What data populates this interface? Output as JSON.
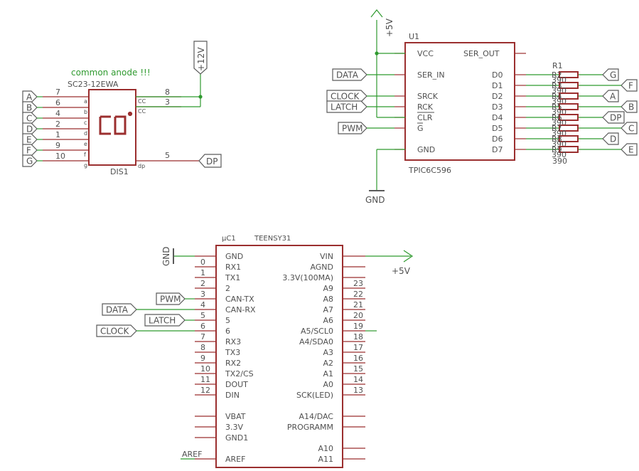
{
  "display": {
    "name": "DIS1",
    "value": "SC23-12EWA",
    "note": "common anode !!!",
    "supply": "+12V",
    "pins": [
      {
        "label": "A",
        "num": "7",
        "pad": "a"
      },
      {
        "label": "B",
        "num": "6",
        "pad": "b"
      },
      {
        "label": "C",
        "num": "4",
        "pad": "c"
      },
      {
        "label": "D",
        "num": "2",
        "pad": "d"
      },
      {
        "label": "E",
        "num": "1",
        "pad": "e"
      },
      {
        "label": "F",
        "num": "9",
        "pad": "f"
      },
      {
        "label": "G",
        "num": "10",
        "pad": "g"
      }
    ],
    "cc_pins": [
      {
        "num": "8",
        "pad": "CC"
      },
      {
        "num": "3",
        "pad": "CC"
      }
    ],
    "dp_pin": {
      "num": "5",
      "pad": "dp",
      "label": "DP"
    }
  },
  "driver": {
    "name": "U1",
    "value": "TPIC6C596",
    "supply": "+5V",
    "ground": "GND",
    "left_pins": [
      {
        "pin": "VCC",
        "flag": ""
      },
      {
        "pin": "SER_IN",
        "flag": "DATA"
      },
      {
        "pin": "SRCK",
        "flag": "CLOCK"
      },
      {
        "pin": "RCK",
        "flag": "LATCH"
      },
      {
        "pin": "CLR",
        "flag": ""
      },
      {
        "pin": "G",
        "flag": "PWM"
      },
      {
        "pin": "GND",
        "flag": ""
      }
    ],
    "ser_out": "SER_OUT",
    "outputs": [
      {
        "pin": "D0",
        "flag": "G"
      },
      {
        "pin": "D1",
        "flag": "F"
      },
      {
        "pin": "D2",
        "flag": "A"
      },
      {
        "pin": "D3",
        "flag": "B"
      },
      {
        "pin": "D4",
        "flag": "DP"
      },
      {
        "pin": "D5",
        "flag": "C"
      },
      {
        "pin": "D6",
        "flag": "D"
      },
      {
        "pin": "D7",
        "flag": "E"
      }
    ]
  },
  "resistors": {
    "name": "R1",
    "value": "390",
    "names": [
      "R2",
      "R3",
      "R4",
      "R5",
      "R6",
      "R7",
      "R8",
      "R9"
    ],
    "values": [
      "390",
      "390",
      "390",
      "390",
      "390",
      "390",
      "390",
      "390"
    ]
  },
  "mcu": {
    "name": "μC1",
    "value": "TEENSY31",
    "left": [
      {
        "num": "",
        "pin": "GND",
        "flag": "GND"
      },
      {
        "num": "0",
        "pin": "RX1",
        "flag": ""
      },
      {
        "num": "1",
        "pin": "TX1",
        "flag": ""
      },
      {
        "num": "2",
        "pin": "2",
        "flag": ""
      },
      {
        "num": "3",
        "pin": "CAN-TX",
        "flag": "PWM"
      },
      {
        "num": "4",
        "pin": "CAN-RX",
        "flag": "DATA"
      },
      {
        "num": "5",
        "pin": "5",
        "flag": "LATCH"
      },
      {
        "num": "6",
        "pin": "6",
        "flag": "CLOCK"
      },
      {
        "num": "7",
        "pin": "RX3",
        "flag": ""
      },
      {
        "num": "8",
        "pin": "TX3",
        "flag": ""
      },
      {
        "num": "9",
        "pin": "RX2",
        "flag": ""
      },
      {
        "num": "10",
        "pin": "TX2/CS",
        "flag": ""
      },
      {
        "num": "11",
        "pin": "DOUT",
        "flag": ""
      },
      {
        "num": "12",
        "pin": "DIN",
        "flag": ""
      },
      {
        "num": "",
        "pin": "VBAT",
        "flag": ""
      },
      {
        "num": "",
        "pin": "3.3V",
        "flag": ""
      },
      {
        "num": "",
        "pin": "GND1",
        "flag": ""
      },
      {
        "num": "",
        "pin": "AREF",
        "flag": "AREF"
      }
    ],
    "right": [
      {
        "num": "",
        "pin": "VIN",
        "net": "+5V"
      },
      {
        "num": "",
        "pin": "AGND",
        "net": ""
      },
      {
        "num": "",
        "pin": "3.3V(100MA)",
        "net": ""
      },
      {
        "num": "23",
        "pin": "A9",
        "net": ""
      },
      {
        "num": "22",
        "pin": "A8",
        "net": ""
      },
      {
        "num": "21",
        "pin": "A7",
        "net": ""
      },
      {
        "num": "20",
        "pin": "A6",
        "net": ""
      },
      {
        "num": "19",
        "pin": "A5/SCL0",
        "net": ""
      },
      {
        "num": "18",
        "pin": "A4/SDA0",
        "net": ""
      },
      {
        "num": "17",
        "pin": "A3",
        "net": ""
      },
      {
        "num": "16",
        "pin": "A2",
        "net": ""
      },
      {
        "num": "15",
        "pin": "A1",
        "net": ""
      },
      {
        "num": "14",
        "pin": "A0",
        "net": ""
      },
      {
        "num": "13",
        "pin": "SCK(LED)",
        "net": ""
      },
      {
        "num": "",
        "pin": "A14/DAC",
        "net": ""
      },
      {
        "num": "",
        "pin": "PROGRAMM",
        "net": ""
      },
      {
        "num": "",
        "pin": "A10",
        "net": ""
      },
      {
        "num": "",
        "pin": "A11",
        "net": ""
      }
    ]
  }
}
